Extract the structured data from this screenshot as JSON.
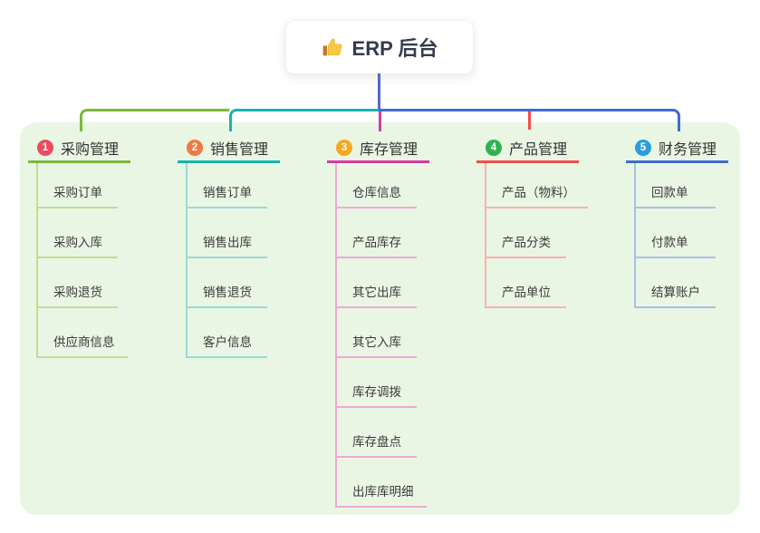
{
  "root": {
    "label": "ERP 后台",
    "icon": "thumbs-up"
  },
  "colors": {
    "root_line": "#5568c9",
    "panel": "#e9f6e4",
    "text": "#343b4e"
  },
  "branches": [
    {
      "badge": "1",
      "label": "采购管理",
      "colors": {
        "accent": "#7cb93e",
        "tint": "#bcdf97",
        "badge": "#ea4c5f"
      },
      "children": [
        "采购订单",
        "采购入库",
        "采购退货",
        "供应商信息"
      ]
    },
    {
      "badge": "2",
      "label": "销售管理",
      "colors": {
        "accent": "#17b3ae",
        "tint": "#99dcd7",
        "badge": "#f07a42"
      },
      "children": [
        "销售订单",
        "销售出库",
        "销售退货",
        "客户信息"
      ]
    },
    {
      "badge": "3",
      "label": "库存管理",
      "colors": {
        "accent": "#d93a9e",
        "tint": "#efa9d5",
        "badge": "#f7a722"
      },
      "children": [
        "仓库信息",
        "产品库存",
        "其它出库",
        "其它入库",
        "库存调拨",
        "库存盘点",
        "出库库明细"
      ]
    },
    {
      "badge": "4",
      "label": "产品管理",
      "colors": {
        "accent": "#f04f4f",
        "tint": "#f8b3af",
        "badge": "#2eb34c"
      },
      "children": [
        "产品（物料）",
        "产品分类",
        "产品单位"
      ]
    },
    {
      "badge": "5",
      "label": "财务管理",
      "colors": {
        "accent": "#3f6bd2",
        "tint": "#a9bfe8",
        "badge": "#2a9de0"
      },
      "children": [
        "回款单",
        "付款单",
        "结算账户"
      ]
    }
  ]
}
